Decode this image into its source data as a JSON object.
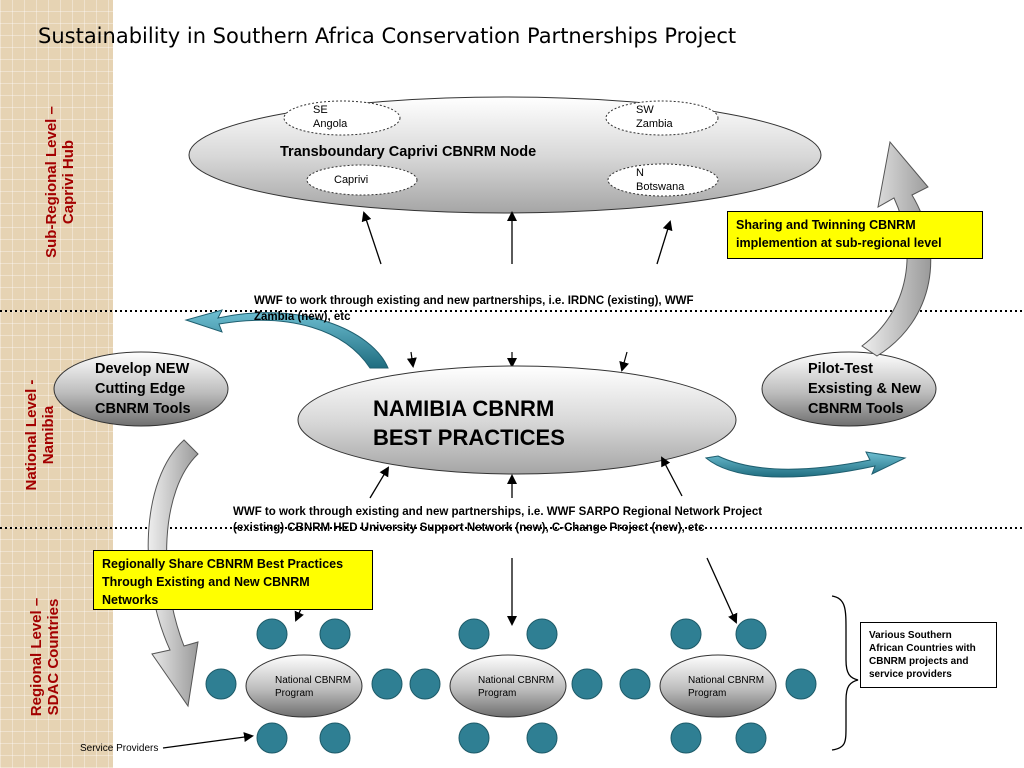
{
  "title": "Sustainability in Southern Africa Conservation Partnerships Project",
  "levels": {
    "sub_regional": "Sub-Regional Level –\nCaprivi Hub",
    "national": "National Level -\nNamibia",
    "regional": "Regional Level –\nSDAC Countries"
  },
  "hub": {
    "title": "Transboundary Caprivi CBNRM Node",
    "nodes": [
      "SE\nAngola",
      "SW\nZambia",
      "Caprivi",
      "N\nBotswana"
    ]
  },
  "upper_note": "WWF to work through existing and new partnerships, i.e. IRDNC (existing), WWF Zambia (new), etc",
  "lower_note": "WWF to work through existing and new partnerships, i.e. WWF SARPO Regional Network Project (existing) CBNRM HED University Support Network (new), C-Change Project (new), etc",
  "center": {
    "line1": "NAMIBIA CBNRM",
    "line2": "BEST PRACTICES"
  },
  "left_ellipse": "Develop NEW\nCutting Edge\nCBNRM Tools",
  "right_ellipse": "Pilot-Test\nExsisting & New\nCBNRM Tools",
  "yellow_top": "Sharing and Twinning CBNRM implemention at sub-regional level",
  "yellow_bottom": "Regionally Share CBNRM Best Practices Through Existing and New CBNRM Networks",
  "programs": [
    "National CBNRM\nProgram",
    "National CBNRM\nProgram",
    "National CBNRM\nProgram"
  ],
  "countries_box": "Various Southern African Countries with CBNRM projects and service providers",
  "service_providers": "Service Providers",
  "colors": {
    "level_label": "#a30000",
    "teal": "#2f7f93",
    "yellow": "#ffff00"
  }
}
